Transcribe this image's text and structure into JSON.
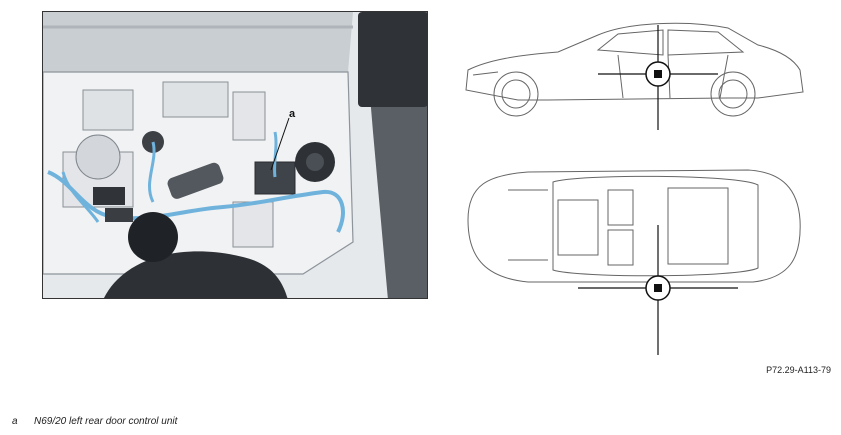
{
  "photo": {
    "callout_letter": "a"
  },
  "reference_code": "P72.29-A113-79",
  "legend": {
    "key": "a",
    "text": "N69/20 left rear door control unit"
  },
  "colors": {
    "harness": "#6fb3dd",
    "marker": "#111111",
    "line": "#555555"
  }
}
